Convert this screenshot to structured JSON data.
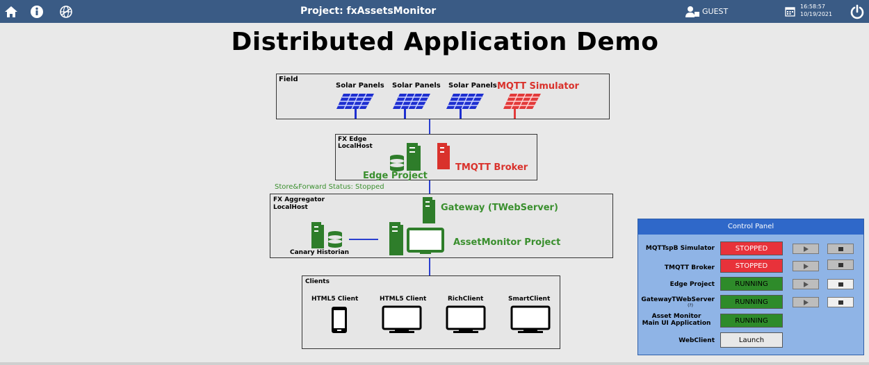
{
  "header": {
    "project": "Project: fxAssetsMonitor",
    "user": "GUEST",
    "time": "16:58:57",
    "date": "10/19/2021",
    "icons": [
      "home-icon",
      "info-icon",
      "globe-icon",
      "user-icon",
      "calendar-icon",
      "power-icon"
    ]
  },
  "title": "Distributed Application Demo",
  "field": {
    "label": "Field",
    "panels": [
      "Solar Panels",
      "Solar Panels",
      "Solar Panels"
    ],
    "simulator": "MQTT Simulator"
  },
  "edge": {
    "label1": "FX Edge",
    "label2": "LocalHost",
    "project": "Edge Project",
    "broker": "TMQTT Broker"
  },
  "store_forward": "Store&Forward Status: Stopped",
  "aggregator": {
    "label1": "FX Aggregator",
    "label2": "LocalHost",
    "gateway": "Gateway (TWebServer)",
    "asset": "AssetMonitor Project",
    "historian": "Canary Historian"
  },
  "clients": {
    "label": "Clients",
    "items": [
      "HTML5 Client",
      "HTML5 Client",
      "RichClient",
      "SmartClient"
    ]
  },
  "control_panel": {
    "title": "Control Panel",
    "rows": [
      {
        "label": "MQTTspB Simulator",
        "status": "STOPPED"
      },
      {
        "label": "TMQTT Broker",
        "status": "STOPPED"
      },
      {
        "label": "Edge Project",
        "status": "RUNNING"
      },
      {
        "label": "GatewayTWebServer",
        "sub": "(?)",
        "status": "RUNNING"
      },
      {
        "label": "Asset Monitor",
        "label2": "Main UI Application",
        "status": "RUNNING"
      },
      {
        "label": "WebClient",
        "status": "Launch"
      }
    ]
  },
  "colors": {
    "header": "#3a5b85",
    "green": "#3a8f2e",
    "red": "#d9322c",
    "link": "#2a3fcf",
    "stopped": "#e8323a",
    "running": "#2e8b2a",
    "panel": "#8fb4e6"
  }
}
